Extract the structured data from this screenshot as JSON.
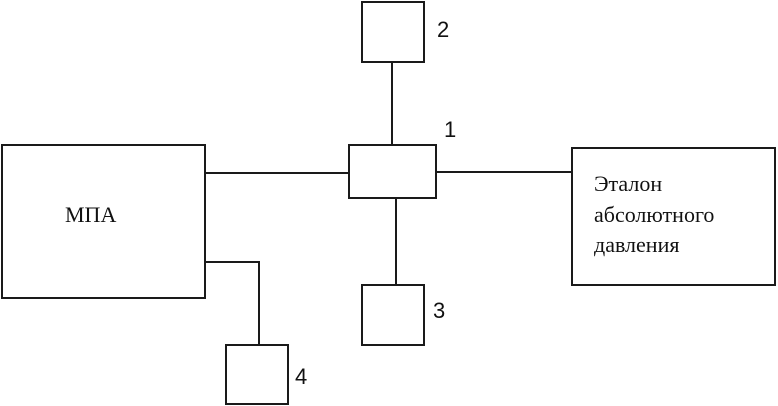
{
  "diagram": {
    "nodes": {
      "mpa": {
        "label": "МПА"
      },
      "standard": {
        "lines": [
          "Эталон",
          "абсолютного",
          "давления"
        ]
      },
      "tee": {
        "number": "1"
      },
      "top": {
        "number": "2"
      },
      "bottom": {
        "number": "3"
      },
      "lower_left": {
        "number": "4"
      }
    }
  }
}
